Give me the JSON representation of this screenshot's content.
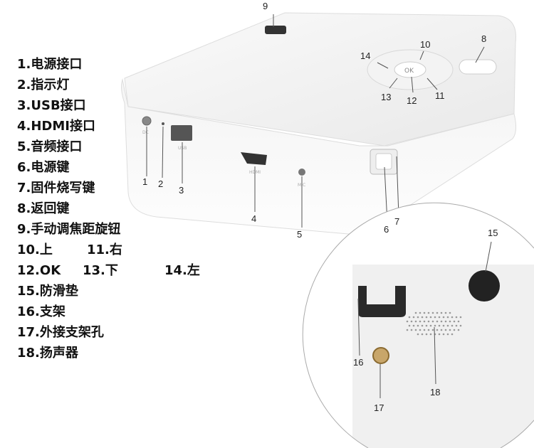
{
  "legend": [
    "1.电源接口",
    "2.指示灯",
    "3.USB接口",
    "4.HDMI接口",
    "5.音频接口",
    "6.电源键",
    "7.固件烧写键",
    "8.返回键",
    "9.手动调焦距旋钮",
    [
      "10.上",
      "11.右"
    ],
    [
      "12.OK",
      "13.下",
      "14.左"
    ],
    "15.防滑垫",
    "16.支架",
    "17.外接支架孔",
    "18.扬声器"
  ],
  "device_markings": {
    "dc": "DC",
    "usb": "USB",
    "hdmi": "HDMI",
    "mic": "MIC",
    "ok": "OK"
  },
  "callouts": {
    "n1": "1",
    "n2": "2",
    "n3": "3",
    "n4": "4",
    "n5": "5",
    "n6": "6",
    "n7": "7",
    "n8": "8",
    "n9": "9",
    "n10": "10",
    "n11": "11",
    "n12": "12",
    "n13": "13",
    "n14": "14",
    "n15": "15",
    "n16": "16",
    "n17": "17",
    "n18": "18"
  }
}
